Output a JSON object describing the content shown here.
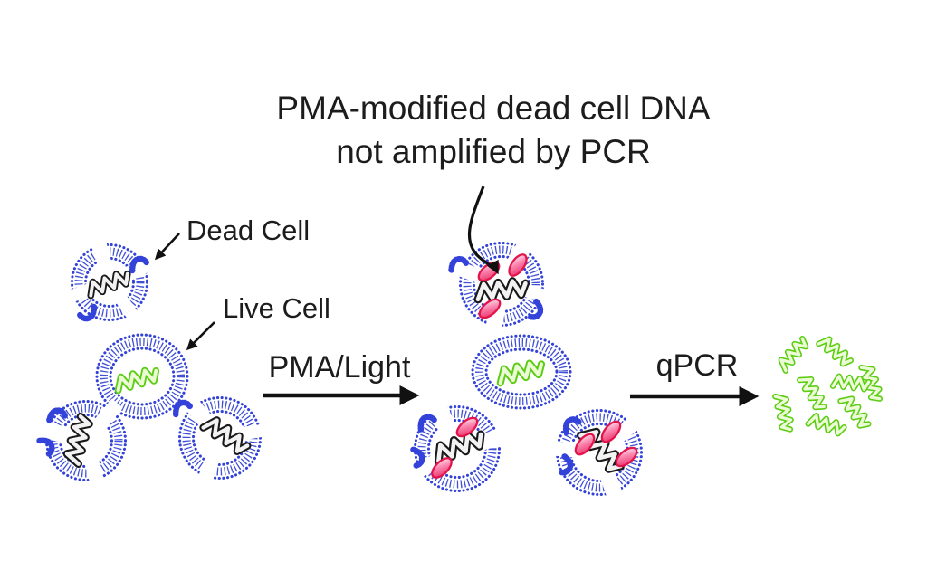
{
  "figure": {
    "title": {
      "line1": "PMA-modified dead cell DNA",
      "line2": "not amplified by PCR"
    },
    "labels": {
      "dead_cell": "Dead Cell",
      "live_cell": "Live Cell"
    },
    "steps": {
      "pma_light": "PMA/Light",
      "qpcr": "qPCR"
    },
    "colors": {
      "membrane_blue": "#3342d9",
      "live_dna_green": "#5ccd12",
      "dead_dna_dark": "#1a1a1a",
      "pma_fill_pink": "#fa85ae",
      "pma_outline_red": "#e3134c",
      "arrow_text_black": "#1c1c1c",
      "background": "#ffffff"
    }
  }
}
